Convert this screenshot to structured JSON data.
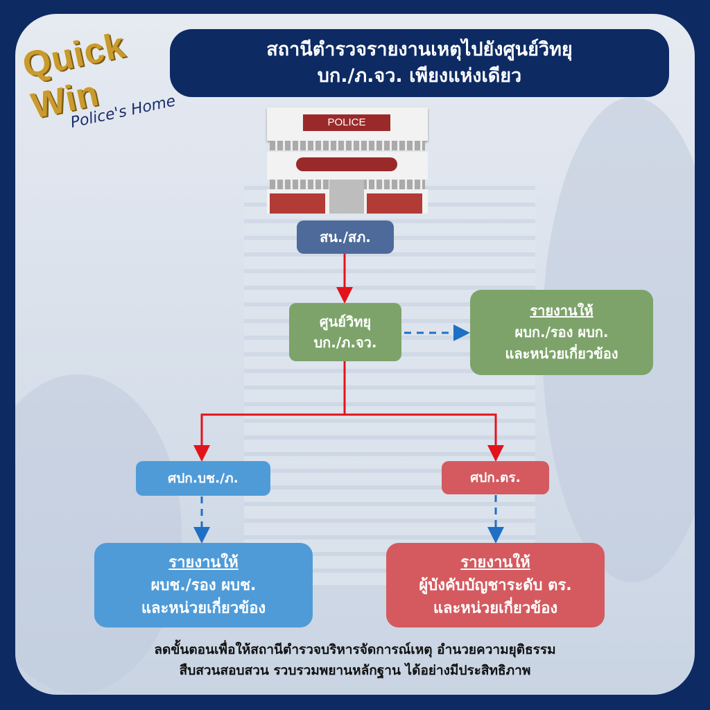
{
  "logo": {
    "line1": "Quick Win",
    "line2": "Police's Home"
  },
  "title": {
    "line1": "สถานีตำรวจรายงานเหตุไปยังศูนย์วิทยุ",
    "line2": "บก./ภ.จว. เพียงแห่งเดียว"
  },
  "building": {
    "sign": "POLICE"
  },
  "nodes": {
    "station": "สน./สภ.",
    "radio_line1": "ศูนย์วิทยุ",
    "radio_line2": "บก./ภ.จว.",
    "report_green": {
      "head": "รายงานให้",
      "line1": "ผบก./รอง ผบก.",
      "line2": "และหน่วยเกี่ยวข้อง"
    },
    "division": "ศปก.บช./ภ.",
    "national": "ศปก.ตร.",
    "report_blue": {
      "head": "รายงานให้",
      "line1": "ผบช./รอง ผบช.",
      "line2": "และหน่วยเกี่ยวข้อง"
    },
    "report_red": {
      "head": "รายงานให้",
      "line1": "ผู้บังคับบัญชาระดับ ตร.",
      "line2": "และหน่วยเกี่ยวข้อง"
    }
  },
  "footer": {
    "line1": "ลดขั้นตอนเพื่อให้สถานีตำรวจบริหารจัดการณ์เหตุ อำนวยความยุติธรรม",
    "line2": "สืบสวนสอบสวน รวบรวมพยานหลักฐาน ได้อย่างมีประสิทธิภาพ"
  },
  "colors": {
    "navy": "#0d2a63",
    "station": "#4d6a9a",
    "green": "#7da36a",
    "blue": "#4f9bd8",
    "red": "#d45a5f",
    "arrow_red": "#e3131b",
    "arrow_blue": "#1f6fc4"
  }
}
